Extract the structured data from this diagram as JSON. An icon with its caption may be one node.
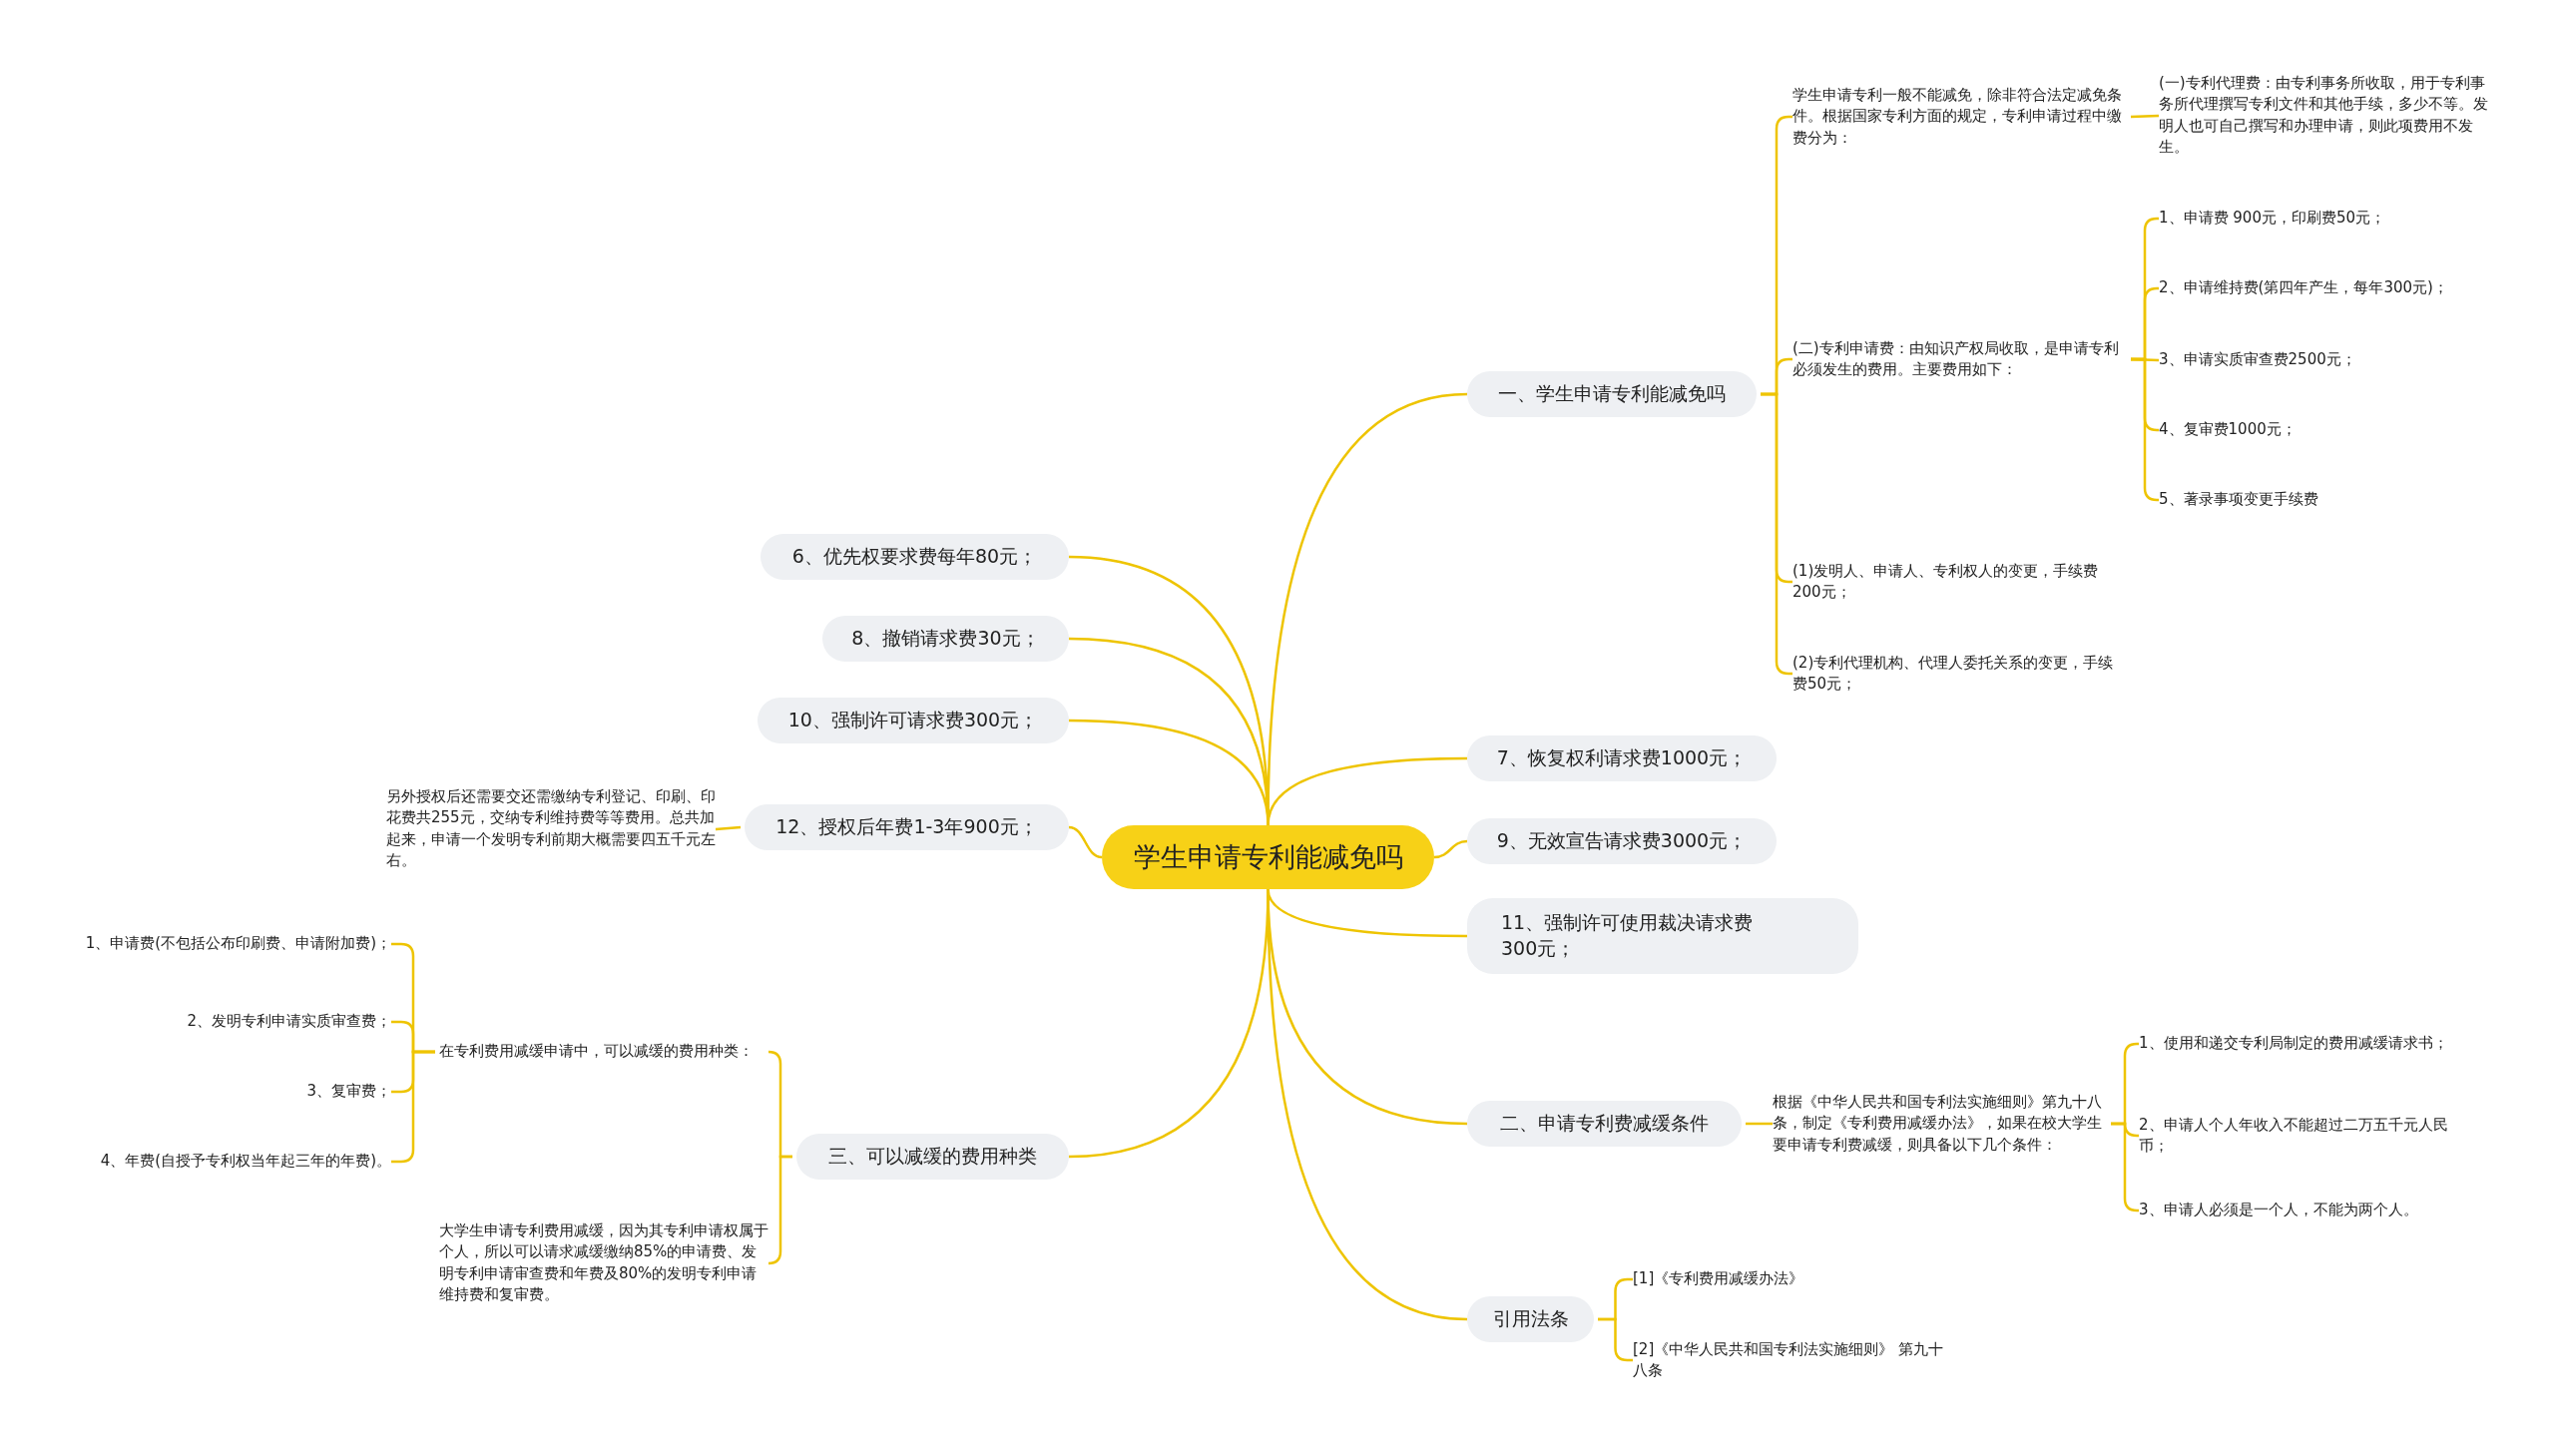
{
  "diagram": {
    "nodes": [
      {
        "text": [
          "学生申请专利能减免吗"
        ]
      },
      {
        "text": [
          "一、学生申请专利能减免吗"
        ]
      },
      {
        "text": [
          "学生申请专利一般不能减免，除非符合法定减免条件。根据国家专利方面的规定，专利申请过程中缴费分为："
        ]
      },
      {
        "text": [
          "(一)专利代理费：由专利事务所收取，用于专利事务所代理撰写专利文件和其他手续，多少不等。发明人也可自己撰写和办理申请，则此项费用不发生。"
        ]
      },
      {
        "text": [
          "(二)专利申请费：由知识产权局收取，是申请专利必须发生的费用。主要费用如下："
        ]
      },
      {
        "text": [
          "1、申请费 900元，印刷费50元；"
        ]
      },
      {
        "text": [
          "2、申请维持费(第四年产生，每年300元)；"
        ]
      },
      {
        "text": [
          "3、申请实质审查费2500元；"
        ]
      },
      {
        "text": [
          "4、复审费1000元；"
        ]
      },
      {
        "text": [
          "5、著录事项变更手续费"
        ]
      },
      {
        "text": [
          "(1)发明人、申请人、专利权人的变更，手续费200元；"
        ]
      },
      {
        "text": [
          "(2)专利代理机构、代理人委托关系的变更，手续费50元；"
        ]
      },
      {
        "text": [
          "7、恢复权利请求费1000元；"
        ]
      },
      {
        "text": [
          "9、无效宣告请求费3000元；"
        ]
      },
      {
        "text": [
          "11、强制许可使用裁决请求费300元；"
        ]
      },
      {
        "text": [
          "二、申请专利费减缓条件"
        ]
      },
      {
        "text": [
          "根据《中华人民共和国专利法实施细则》第九十八条，制定《专利费用减缓办法》，如果在校大学生要申请专利费减缓，则具备以下几个条件："
        ]
      },
      {
        "text": [
          "1、使用和递交专利局制定的费用减缓请求书；"
        ]
      },
      {
        "text": [
          "2、申请人个人年收入不能超过二万五千元人民币；"
        ]
      },
      {
        "text": [
          "3、申请人必须是一个人，不能为两个人。"
        ]
      },
      {
        "text": [
          "引用法条"
        ]
      },
      {
        "text": [
          "[1]《专利费用减缓办法》"
        ]
      },
      {
        "text": [
          "[2]《中华人民共和国专利法实施细则》 第九十八条"
        ]
      },
      {
        "text": [
          "6、优先权要求费每年80元；"
        ]
      },
      {
        "text": [
          "8、撤销请求费30元；"
        ]
      },
      {
        "text": [
          "10、强制许可请求费300元；"
        ]
      },
      {
        "text": [
          "12、授权后年费1-3年900元；"
        ]
      },
      {
        "text": [
          "另外授权后还需要交还需缴纳专利登记、印刷、印花费共255元，交纳专利维持费等等费用。总共加起来，申请一个发明专利前期大概需要四五千元左右。"
        ]
      },
      {
        "text": [
          "三、可以减缓的费用种类"
        ]
      },
      {
        "text": [
          "在专利费用减缓申请中，可以减缓的费用种类："
        ]
      },
      {
        "text": [
          "1、申请费(不包括公布印刷费、申请附加费)；"
        ]
      },
      {
        "text": [
          "2、发明专利申请实质审查费；"
        ]
      },
      {
        "text": [
          "3、复审费；"
        ]
      },
      {
        "text": [
          "4、年费(自授予专利权当年起三年的年费)。"
        ]
      },
      {
        "text": [
          "大学生申请专利费用减缓，因为其专利申请权属于个人，所以可以请求减缓缴纳85%的申请费、发明专利申请审查费和年费及80%的发明专利申请维持费和复审费。"
        ]
      }
    ],
    "edges": [
      {
        "from": 0,
        "to": 1,
        "arrow": "none"
      },
      {
        "from": 1,
        "to": 2,
        "arrow": "none"
      },
      {
        "from": 2,
        "to": 3,
        "arrow": "none"
      },
      {
        "from": 1,
        "to": 4,
        "arrow": "none"
      },
      {
        "from": 4,
        "to": 5,
        "arrow": "none"
      },
      {
        "from": 4,
        "to": 6,
        "arrow": "none"
      },
      {
        "from": 4,
        "to": 7,
        "arrow": "none"
      },
      {
        "from": 4,
        "to": 8,
        "arrow": "none"
      },
      {
        "from": 4,
        "to": 9,
        "arrow": "none"
      },
      {
        "from": 1,
        "to": 10,
        "arrow": "none"
      },
      {
        "from": 1,
        "to": 11,
        "arrow": "none"
      },
      {
        "from": 0,
        "to": 12,
        "arrow": "none"
      },
      {
        "from": 0,
        "to": 13,
        "arrow": "none"
      },
      {
        "from": 0,
        "to": 14,
        "arrow": "none"
      },
      {
        "from": 0,
        "to": 15,
        "arrow": "none"
      },
      {
        "from": 15,
        "to": 16,
        "arrow": "none"
      },
      {
        "from": 16,
        "to": 17,
        "arrow": "none"
      },
      {
        "from": 16,
        "to": 18,
        "arrow": "none"
      },
      {
        "from": 16,
        "to": 19,
        "arrow": "none"
      },
      {
        "from": 0,
        "to": 20,
        "arrow": "none"
      },
      {
        "from": 20,
        "to": 21,
        "arrow": "none"
      },
      {
        "from": 20,
        "to": 22,
        "arrow": "none"
      },
      {
        "from": 0,
        "to": 23,
        "arrow": "none"
      },
      {
        "from": 0,
        "to": 24,
        "arrow": "none"
      },
      {
        "from": 0,
        "to": 25,
        "arrow": "none"
      },
      {
        "from": 0,
        "to": 26,
        "arrow": "none"
      },
      {
        "from": 26,
        "to": 27,
        "arrow": "none"
      },
      {
        "from": 0,
        "to": 28,
        "arrow": "none"
      },
      {
        "from": 28,
        "to": 29,
        "arrow": "none"
      },
      {
        "from": 29,
        "to": 30,
        "arrow": "none"
      },
      {
        "from": 29,
        "to": 31,
        "arrow": "none"
      },
      {
        "from": 29,
        "to": 32,
        "arrow": "none"
      },
      {
        "from": 29,
        "to": 33,
        "arrow": "none"
      },
      {
        "from": 28,
        "to": 34,
        "arrow": "none"
      }
    ]
  }
}
